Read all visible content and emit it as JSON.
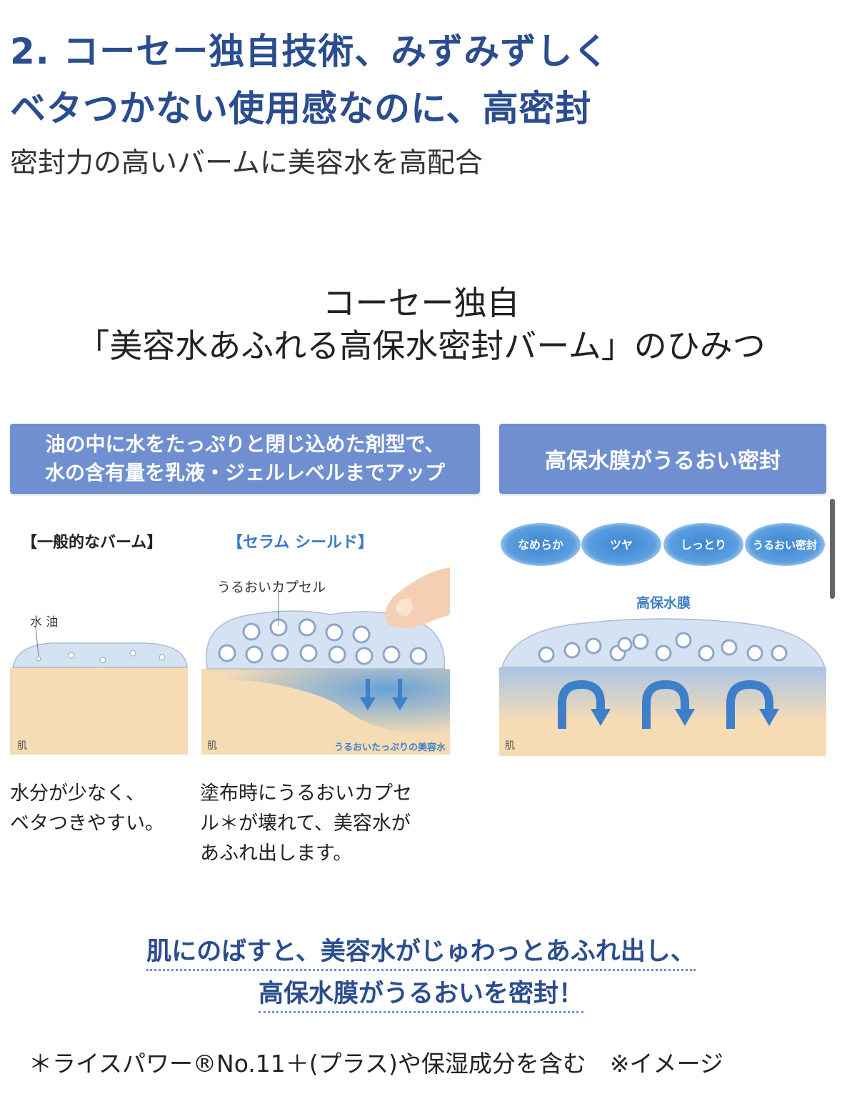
{
  "header": {
    "line1": "2. コーセー独自技術、みずみずしく",
    "line2": "ベタつかない使用感なのに、高密封",
    "subtitle": "密封力の高いバームに美容水を高配合"
  },
  "section_title": {
    "line1": "コーセー独自",
    "line2": "「美容水あふれる高保水密封バーム」のひみつ"
  },
  "banners": {
    "left_line1": "油の中に水をたっぷりと閉じ込めた剤型で、",
    "left_line2": "水の含有量を乳液・ジェルレベルまでアップ",
    "right": "高保水膜がうるおい密封"
  },
  "panels": {
    "general": {
      "label": "【一般的なバーム】",
      "legend": "水 油",
      "skin": "肌",
      "caption_line1": "水分が少なく、",
      "caption_line2": "ベタつきやすい。"
    },
    "serum": {
      "label": "【セラム シールド】",
      "capsule_label": "うるおいカプセル",
      "skin": "肌",
      "serum_label": "うるおいたっぷりの美容水",
      "caption_line1": "塗布時にうるおいカプセ",
      "caption_line2": "ル＊が壊れて、美容水が",
      "caption_line3": "あふれ出します。"
    },
    "film": {
      "bubbles": [
        "なめらか",
        "ツヤ",
        "しっとり",
        "うるおい密封"
      ],
      "film_label": "高保水膜",
      "skin": "肌"
    }
  },
  "callout": {
    "line1": "肌にのばすと、美容水がじゅわっとあふれ出し、",
    "line2": "高保水膜がうるおいを密封！"
  },
  "footnote": "＊ライスパワー®No.11＋(プラス)や保湿成分を含む　※イメージ",
  "colors": {
    "heading_blue": "#2a4d8f",
    "banner_blue": "#6f8fd0",
    "skin": "#f6dcb5",
    "balm": "#c8d8ee",
    "serum_blue": "#4f97dc"
  }
}
